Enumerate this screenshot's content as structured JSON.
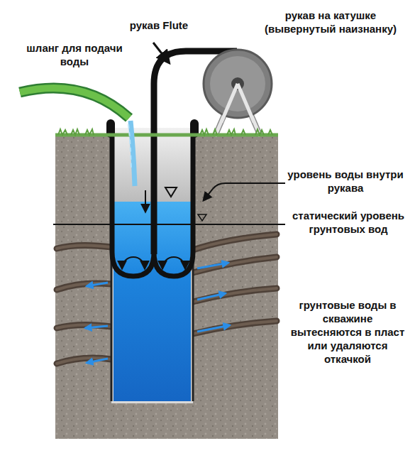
{
  "diagram": {
    "labels": [
      "шланг для подачи воды",
      "рукав Flute",
      "рукав на катушке (вывернутый наизнанку)",
      "уровень воды внутри рукава",
      "статический уровень грунтовых вод",
      "грунтовые воды в скважине вытесняются в пласт или удаляются откачкой"
    ]
  }
}
